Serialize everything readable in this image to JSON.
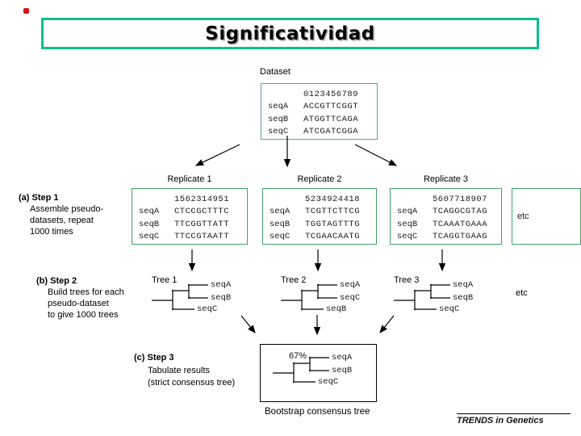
{
  "title": "Significatividad",
  "colors": {
    "title_border": "#0dbd8d",
    "dataset_border": "#579e9e",
    "replicate_border": "#3fa463",
    "consensus_border": "#000000",
    "marker_red": "#cf1717"
  },
  "dataset": {
    "label": "Dataset",
    "positions": "0123456789",
    "rows": [
      {
        "name": "seqA",
        "seq": "ACCGTTCGGT"
      },
      {
        "name": "seqB",
        "seq": "ATGGTTCAGA"
      },
      {
        "name": "seqC",
        "seq": "ATCGATCGGA"
      }
    ]
  },
  "replicates": [
    {
      "title": "Replicate 1",
      "positions": "1562314951",
      "rows": [
        {
          "name": "seqA",
          "seq": "CTCCGCTTTC"
        },
        {
          "name": "seqB",
          "seq": "TTCGGTTATT"
        },
        {
          "name": "seqC",
          "seq": "TTCCGTAATT"
        }
      ]
    },
    {
      "title": "Replicate 2",
      "positions": "5234924418",
      "rows": [
        {
          "name": "seqA",
          "seq": "TCGTTCTTCG"
        },
        {
          "name": "seqB",
          "seq": "TGGTAGTTTG"
        },
        {
          "name": "seqC",
          "seq": "TCGAACAATG"
        }
      ]
    },
    {
      "title": "Replicate 3",
      "positions": "5607718907",
      "rows": [
        {
          "name": "seqA",
          "seq": "TCAGGCGTAG"
        },
        {
          "name": "seqB",
          "seq": "TCAAATGAAA"
        },
        {
          "name": "seqC",
          "seq": "TCAGGTGAAG"
        }
      ]
    }
  ],
  "etc_box_label": "etc",
  "steps": {
    "a": {
      "heading": "(a) Step 1",
      "lines": [
        "Assemble pseudo-",
        "datasets, repeat",
        "1000 times"
      ]
    },
    "b": {
      "heading": "(b) Step 2",
      "lines": [
        "Build trees for each",
        "pseudo-dataset",
        "to give 1000 trees"
      ]
    },
    "c": {
      "heading": "(c) Step 3",
      "lines": [
        "Tabulate results",
        "(strict consensus tree)"
      ]
    }
  },
  "trees": [
    {
      "title": "Tree 1",
      "tips": [
        "seqA",
        "seqB",
        "seqC"
      ]
    },
    {
      "title": "Tree 2",
      "tips": [
        "seqA",
        "seqC",
        "seqB"
      ]
    },
    {
      "title": "Tree 3",
      "tips": [
        "seqA",
        "seqB",
        "seqC"
      ]
    }
  ],
  "trees_etc_label": "etc",
  "consensus": {
    "support": "67%",
    "tips": [
      "seqA",
      "seqB",
      "seqC"
    ],
    "caption": "Bootstrap consensus tree"
  },
  "footer": "TRENDS in Genetics"
}
